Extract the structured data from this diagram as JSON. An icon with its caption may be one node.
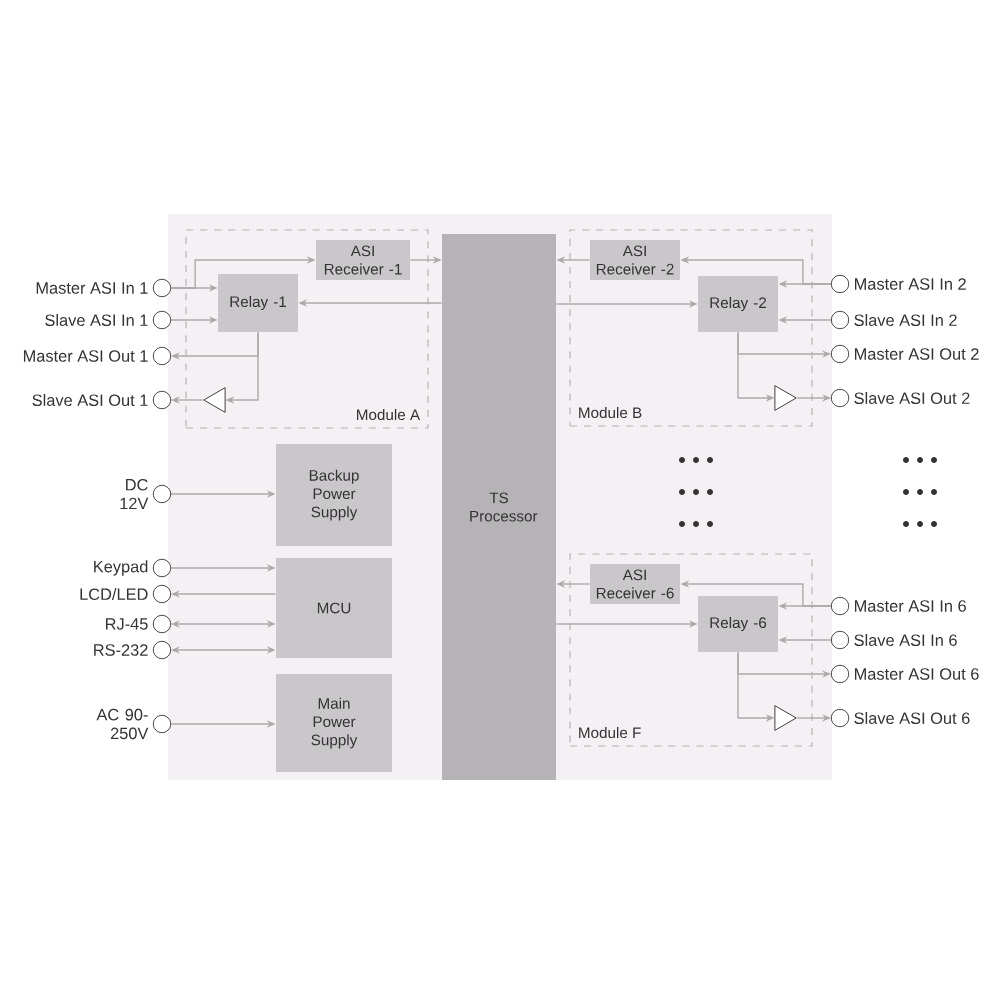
{
  "diagram": {
    "nodes": [
      {
        "text": [
          "Module A"
        ]
      },
      {
        "text": [
          "ASI Receiver -1"
        ],
        "in": 0
      },
      {
        "text": [
          "Relay -1"
        ],
        "in": 0
      },
      {
        "text": [],
        "shape": "triangle",
        "in": 0
      },
      {
        "text": [
          "Module B"
        ]
      },
      {
        "text": [
          "ASI Receiver -2"
        ],
        "in": 4
      },
      {
        "text": [
          "Relay -2"
        ],
        "in": 4
      },
      {
        "text": [],
        "shape": "triangle",
        "in": 4
      },
      {
        "text": [
          "TS Processor"
        ]
      },
      {
        "text": [],
        "shape": "circle",
        "beside": [
          "Master ASI In 1"
        ]
      },
      {
        "text": [],
        "shape": "circle",
        "beside": [
          "Slave ASI In 1"
        ]
      },
      {
        "text": [],
        "shape": "circle",
        "beside": [
          "Master ASI Out 1"
        ]
      },
      {
        "text": [],
        "shape": "circle",
        "beside": [
          "Slave ASI Out 1"
        ]
      },
      {
        "text": [],
        "shape": "circle",
        "beside": [
          "Master ASI In 2"
        ]
      },
      {
        "text": [],
        "shape": "circle",
        "beside": [
          "Slave ASI In 2"
        ]
      },
      {
        "text": [],
        "shape": "circle",
        "beside": [
          "Master ASI Out 2"
        ]
      },
      {
        "text": [],
        "shape": "circle",
        "beside": [
          "Slave ASI Out 2"
        ]
      },
      {
        "text": [
          "Backup Power Supply"
        ]
      },
      {
        "text": [
          "MCU"
        ]
      },
      {
        "text": [
          "Main Power Supply"
        ]
      },
      {
        "text": [],
        "shape": "circle",
        "beside": [
          "DC 12V"
        ]
      },
      {
        "text": [],
        "shape": "circle",
        "beside": [
          "Keypad"
        ]
      },
      {
        "text": [],
        "shape": "circle",
        "beside": [
          "LCD/LED"
        ]
      },
      {
        "text": [],
        "shape": "circle",
        "beside": [
          "RJ-45"
        ]
      },
      {
        "text": [],
        "shape": "circle",
        "beside": [
          "RS-232"
        ]
      },
      {
        "text": [],
        "shape": "circle",
        "beside": [
          "AC 90-250V"
        ]
      },
      {
        "text": [
          "Module F"
        ]
      },
      {
        "text": [
          "ASI Receiver -6"
        ],
        "in": 26
      },
      {
        "text": [
          "Relay -6"
        ],
        "in": 26
      },
      {
        "text": [],
        "shape": "triangle",
        "in": 26
      },
      {
        "text": [],
        "shape": "circle",
        "beside": [
          "Master ASI In 6"
        ]
      },
      {
        "text": [],
        "shape": "circle",
        "beside": [
          "Slave ASI In 6"
        ]
      },
      {
        "text": [],
        "shape": "circle",
        "beside": [
          "Master ASI Out 6"
        ]
      },
      {
        "text": [],
        "shape": "circle",
        "beside": [
          "Slave ASI Out 6"
        ]
      }
    ],
    "edges": [
      {
        "from": 9,
        "to": 2,
        "arrow": "to"
      },
      {
        "from": 9,
        "to": 1,
        "arrow": "to"
      },
      {
        "from": 10,
        "to": 2,
        "arrow": "to"
      },
      {
        "from": 1,
        "to": 8,
        "arrow": "to"
      },
      {
        "from": 8,
        "to": 2,
        "arrow": "to"
      },
      {
        "from": 2,
        "to": 11,
        "arrow": "to"
      },
      {
        "from": 2,
        "to": 3,
        "arrow": "to"
      },
      {
        "from": 3,
        "to": 12,
        "arrow": "to"
      },
      {
        "from": 13,
        "to": 6,
        "arrow": "to"
      },
      {
        "from": 13,
        "to": 5,
        "arrow": "to"
      },
      {
        "from": 14,
        "to": 6,
        "arrow": "to"
      },
      {
        "from": 5,
        "to": 8,
        "arrow": "to"
      },
      {
        "from": 8,
        "to": 6,
        "arrow": "to"
      },
      {
        "from": 6,
        "to": 15,
        "arrow": "to"
      },
      {
        "from": 6,
        "to": 7,
        "arrow": "to"
      },
      {
        "from": 7,
        "to": 16,
        "arrow": "to"
      },
      {
        "from": 20,
        "to": 17,
        "arrow": "to"
      },
      {
        "from": 21,
        "to": 18,
        "arrow": "to"
      },
      {
        "from": 18,
        "to": 22,
        "arrow": "to"
      },
      {
        "from": 23,
        "to": 18,
        "arrow": "both"
      },
      {
        "from": 24,
        "to": 18,
        "arrow": "both"
      },
      {
        "from": 25,
        "to": 19,
        "arrow": "to"
      },
      {
        "from": 30,
        "to": 28,
        "arrow": "to"
      },
      {
        "from": 30,
        "to": 27,
        "arrow": "to"
      },
      {
        "from": 31,
        "to": 28,
        "arrow": "to"
      },
      {
        "from": 27,
        "to": 8,
        "arrow": "to"
      },
      {
        "from": 8,
        "to": 28,
        "arrow": "to"
      },
      {
        "from": 28,
        "to": 32,
        "arrow": "to"
      },
      {
        "from": 28,
        "to": 29,
        "arrow": "to"
      },
      {
        "from": 29,
        "to": 33,
        "arrow": "to"
      }
    ]
  }
}
